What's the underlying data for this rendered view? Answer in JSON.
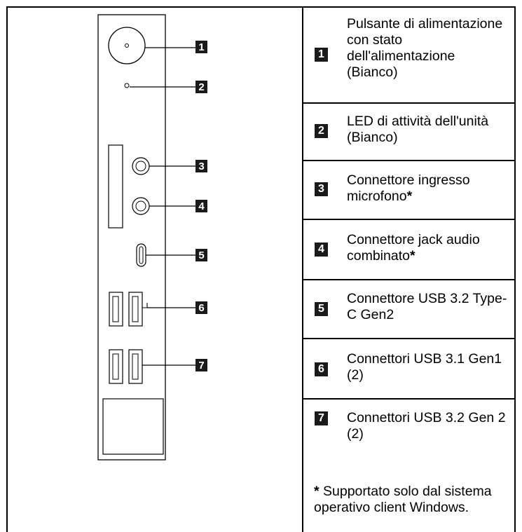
{
  "items": [
    {
      "number": "1",
      "text": "Pulsante di alimentazione con stato dell'alimentazione (Bianco)"
    },
    {
      "number": "2",
      "text": "LED di attività dell'unità (Bianco)"
    },
    {
      "number": "3",
      "text": "Connettore ingresso microfono",
      "suffix": "*"
    },
    {
      "number": "4",
      "text": "Connettore jack audio combinato",
      "suffix": "*"
    },
    {
      "number": "5",
      "text": "Connettore USB 3.2 Type-C Gen2"
    },
    {
      "number": "6",
      "text": "Connettori USB 3.1 Gen1 (2)"
    },
    {
      "number": "7",
      "text": "Connettori USB 3.2 Gen 2 (2)"
    }
  ],
  "footnote": {
    "star": "*",
    "text": " Supportato solo dal sistema operativo client Windows."
  },
  "colors": {
    "line": "#000000",
    "badge": "#1a1a1a",
    "background": "#ffffff"
  }
}
